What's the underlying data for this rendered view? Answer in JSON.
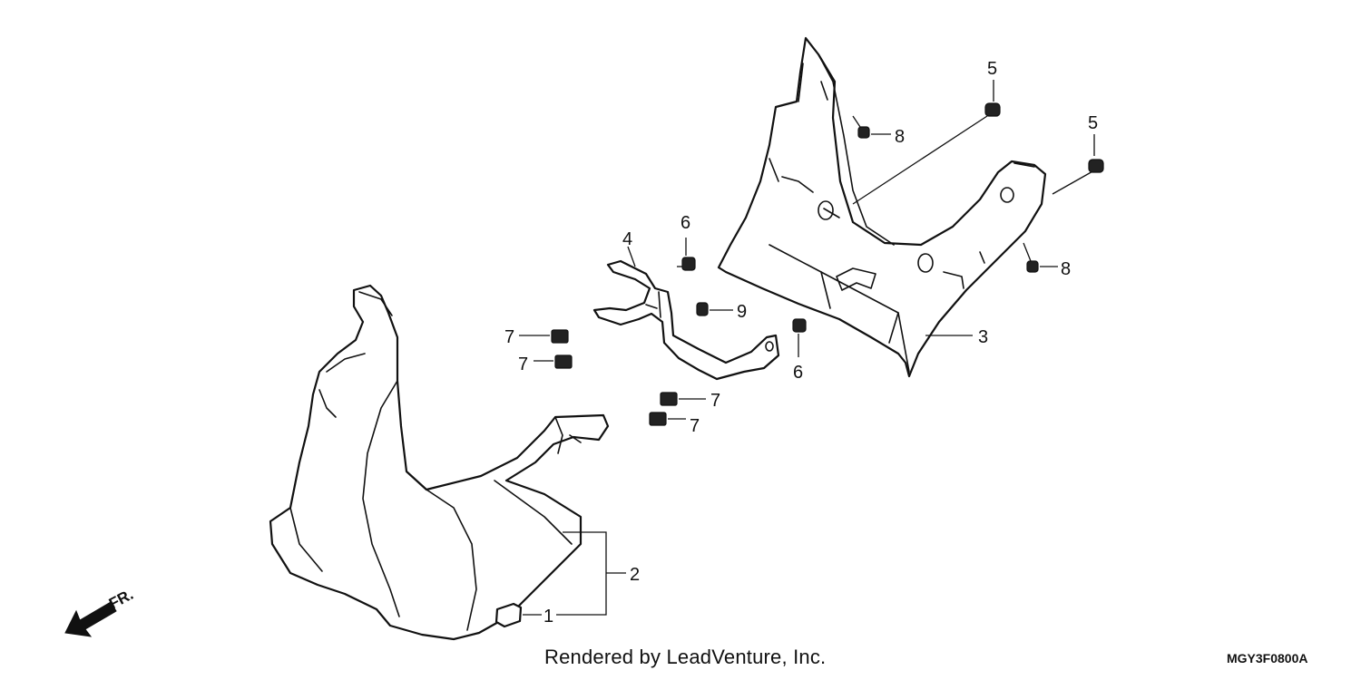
{
  "callouts": {
    "c1": "1",
    "c2": "2",
    "c3": "3",
    "c4": "4",
    "c5a": "5",
    "c5b": "5",
    "c6a": "6",
    "c6b": "6",
    "c7a": "7",
    "c7b": "7",
    "c7c": "7",
    "c7d": "7",
    "c8a": "8",
    "c8b": "8",
    "c9": "9"
  },
  "front_marker": "FR.",
  "footer": {
    "credit": "Rendered by LeadVenture, Inc.",
    "diagram_code": "MGY3F0800A"
  }
}
